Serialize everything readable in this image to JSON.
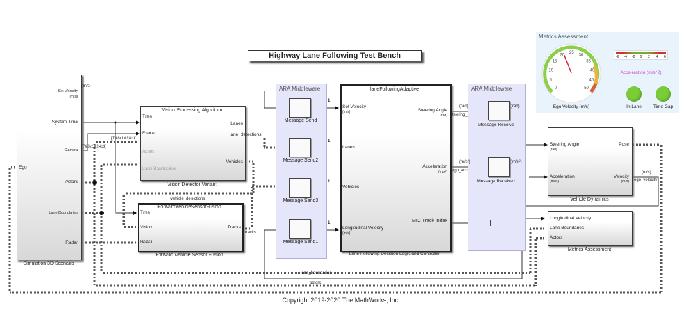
{
  "title": "Highway Lane Following Test Bench",
  "copyright": "Copyright 2019-2020 The MathWorks, Inc.",
  "blocks": {
    "scenario": {
      "name": "Simulation 3D Scenario",
      "input_ego": "Ego",
      "outputs": [
        "Set Velocity",
        "(m/s)",
        "System Time",
        "Camera",
        "Actors",
        "Lane Boundaries",
        "Radar"
      ]
    },
    "vision": {
      "title": "Vision Processing Algorithm",
      "name": "Vision Detector Variant",
      "inputs": [
        "Time",
        "Frame",
        "Actors",
        "Lane Boundaries"
      ],
      "outputs": [
        "Lanes",
        "lane_detections",
        "Vehicles"
      ]
    },
    "fusion": {
      "title": "ForwardVehicleSensorFusion",
      "name": "Forward Vehicle Sensor Fusion",
      "inputs": [
        "Time",
        "Vision",
        "Radar"
      ],
      "outputs": [
        "Tracks"
      ]
    },
    "ara_left": {
      "title": "ARA Middleware",
      "senders": [
        "Message Send",
        "Message Send2",
        "Message Send3",
        "Message Send1"
      ]
    },
    "controller": {
      "title": "laneFollowingAdaptive",
      "name": "Lane Following Decision Logic and Controller",
      "inputs": [
        "Set Velocity",
        "(m/s)",
        "Lanes",
        "Vehicles",
        "Longitudinal Velocity",
        "(m/s)"
      ],
      "outputs": [
        "Steering Angle",
        "(rad)",
        "Acceleration",
        "(m/s²)",
        "MIC Track Index"
      ]
    },
    "ara_right": {
      "title": "ARA Middleware",
      "receivers": [
        "Message Receive",
        "Message Receive1"
      ]
    },
    "dynamics": {
      "name": "Vehicle Dynamics",
      "inputs": [
        "Steering Angle",
        "(rad)",
        "Acceleration",
        "(m/s²)"
      ],
      "outputs": [
        "Pose",
        "Velocity",
        "(m/s)"
      ]
    },
    "metrics": {
      "name": "Metrics Assessment",
      "inputs": [
        "Longitudinal Velocity",
        "Lane Boundaries",
        "Actors"
      ]
    }
  },
  "signals": {
    "dims1": "[768x1024x3]",
    "dims2": "[768x1024x3]",
    "ms": "(m/s)",
    "vehicle_detections": "vehicle_detections",
    "tracks": "tracks",
    "steering_angle": "steering_angle",
    "ego_acceleration": "ego_acceleration",
    "ego_velocity": "ego_velocity",
    "rad": "(rad)",
    "ms2": "(m/s²)",
    "lane_boundaries": "lane_boundaries",
    "actors": "actors",
    "one": "1"
  },
  "dashboard": {
    "title": "Metrics Assessment",
    "speed_label": "Ego Velocity (m/s)",
    "speed_ticks": [
      "0",
      "5",
      "10",
      "15",
      "20",
      "25",
      "30",
      "35",
      "40",
      "45",
      "50"
    ],
    "speed_value": 21,
    "accel_label": "Acceleration (m/s^2)",
    "accel_ticks": [
      "-6",
      "-4",
      "-2",
      "0",
      "2",
      "4",
      "6"
    ],
    "accel_value": 0,
    "lamps": [
      "In Lane",
      "Time Gap"
    ],
    "colors": {
      "lamp_on": "#7ccc3a",
      "accel_label": "#d04cd0",
      "needle": "#d02040"
    }
  }
}
